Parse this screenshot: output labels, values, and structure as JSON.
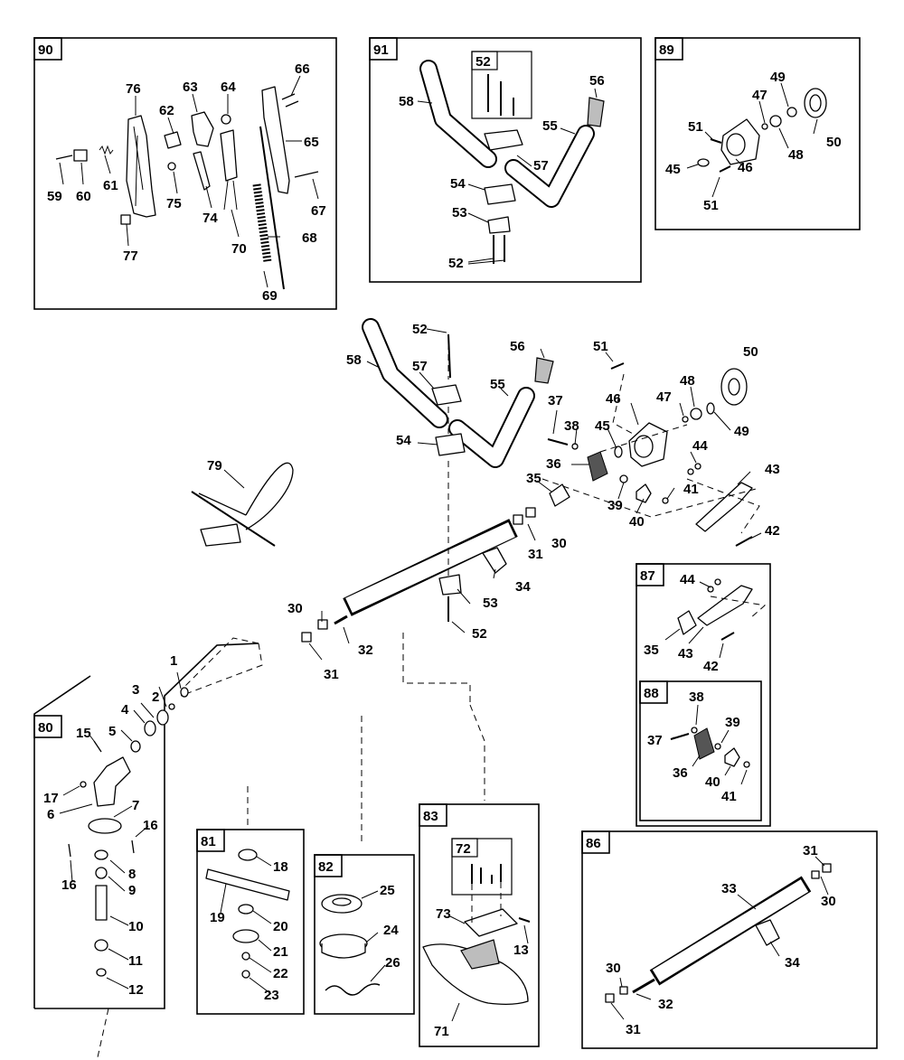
{
  "diagram": {
    "boxes": {
      "b90": "90",
      "b91": "91",
      "b89": "89",
      "b80": "80",
      "b81": "81",
      "b82": "82",
      "b83": "83",
      "b86": "86",
      "b87": "87",
      "b88": "88",
      "b52": "52",
      "b72": "72"
    },
    "callouts": {
      "c90_76": "76",
      "c90_63": "63",
      "c90_64": "64",
      "c90_66": "66",
      "c90_62": "62",
      "c90_65": "65",
      "c90_59": "59",
      "c90_60": "60",
      "c90_61": "61",
      "c90_75": "75",
      "c90_74": "74",
      "c90_67": "67",
      "c90_77": "77",
      "c90_70": "70",
      "c90_68": "68",
      "c90_69": "69",
      "c91_58": "58",
      "c91_56": "56",
      "c91_55": "55",
      "c91_57": "57",
      "c91_54": "54",
      "c91_53": "53",
      "c91_52": "52",
      "c89_49": "49",
      "c89_47": "47",
      "c89_51a": "51",
      "c89_50": "50",
      "c89_48": "48",
      "c89_45": "45",
      "c89_46": "46",
      "c89_51b": "51",
      "m52a": "52",
      "m58": "58",
      "m56": "56",
      "m51": "51",
      "m50": "50",
      "m57": "57",
      "m55": "55",
      "m37": "37",
      "m46": "46",
      "m47": "47",
      "m48": "48",
      "m38": "38",
      "m45": "45",
      "m49": "49",
      "m54": "54",
      "m44": "44",
      "m79": "79",
      "m36": "36",
      "m43": "43",
      "m35": "35",
      "m39": "39",
      "m41": "41",
      "m40": "40",
      "m42": "42",
      "m31a": "31",
      "m30a": "30",
      "m34": "34",
      "m53": "53",
      "m30b": "30",
      "m52b": "52",
      "m32": "32",
      "m31b": "31",
      "m1": "1",
      "c80_2": "2",
      "c80_3": "3",
      "c80_4": "4",
      "c80_5": "5",
      "c80_15": "15",
      "c80_17": "17",
      "c80_6": "6",
      "c80_7": "7",
      "c80_16a": "16",
      "c80_16b": "16",
      "c80_8": "8",
      "c80_9": "9",
      "c80_10": "10",
      "c80_11": "11",
      "c80_12": "12",
      "c81_18": "18",
      "c81_19": "19",
      "c81_20": "20",
      "c81_21": "21",
      "c81_22": "22",
      "c81_23": "23",
      "c82_25": "25",
      "c82_24": "24",
      "c82_26": "26",
      "c83_73": "73",
      "c83_13": "13",
      "c83_71": "71",
      "c86_31a": "31",
      "c86_33": "33",
      "c86_30a": "30",
      "c86_34": "34",
      "c86_30b": "30",
      "c86_32": "32",
      "c86_31b": "31",
      "c87_44": "44",
      "c87_35": "35",
      "c87_43": "43",
      "c87_42": "42",
      "c88_38": "38",
      "c88_39": "39",
      "c88_37": "37",
      "c88_36": "36",
      "c88_40": "40",
      "c88_41": "41"
    }
  }
}
